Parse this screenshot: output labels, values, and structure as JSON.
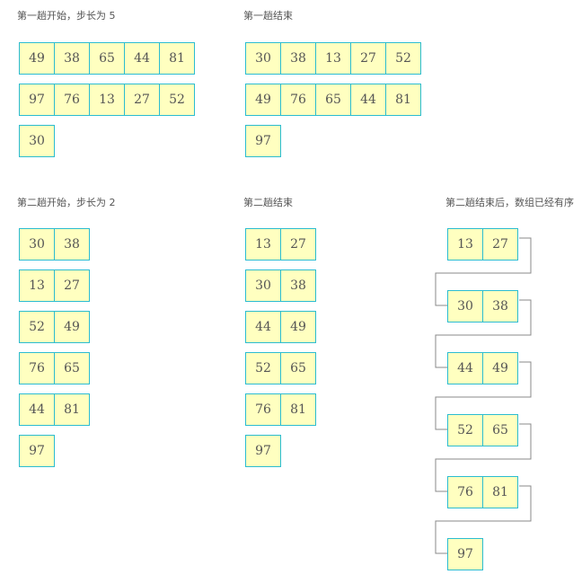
{
  "panels": [
    {
      "title": "第一趟开始，步长为 5",
      "rows": [
        [
          "49",
          "38",
          "65",
          "44",
          "81"
        ],
        [
          "97",
          "76",
          "13",
          "27",
          "52"
        ],
        [
          "30"
        ]
      ]
    },
    {
      "title": "第一趟结束",
      "rows": [
        [
          "30",
          "38",
          "13",
          "27",
          "52"
        ],
        [
          "49",
          "76",
          "65",
          "44",
          "81"
        ],
        [
          "97"
        ]
      ]
    },
    {
      "title": "第二趟开始，步长为 2",
      "rows": [
        [
          "30",
          "38"
        ],
        [
          "13",
          "27"
        ],
        [
          "52",
          "49"
        ],
        [
          "76",
          "65"
        ],
        [
          "44",
          "81"
        ],
        [
          "97"
        ]
      ]
    },
    {
      "title": "第二趟结束",
      "rows": [
        [
          "13",
          "27"
        ],
        [
          "30",
          "38"
        ],
        [
          "44",
          "49"
        ],
        [
          "52",
          "65"
        ],
        [
          "76",
          "81"
        ],
        [
          "97"
        ]
      ]
    },
    {
      "title": "第二趟结束后，数组已经有序",
      "rows": [
        [
          "13",
          "27"
        ],
        [
          "30",
          "38"
        ],
        [
          "44",
          "49"
        ],
        [
          "52",
          "65"
        ],
        [
          "76",
          "81"
        ],
        [
          "97"
        ]
      ]
    }
  ],
  "colors": {
    "cell_fill": "#ffffc0",
    "cell_border": "#2bbcd0",
    "connector": "#888888",
    "text": "#555555"
  }
}
